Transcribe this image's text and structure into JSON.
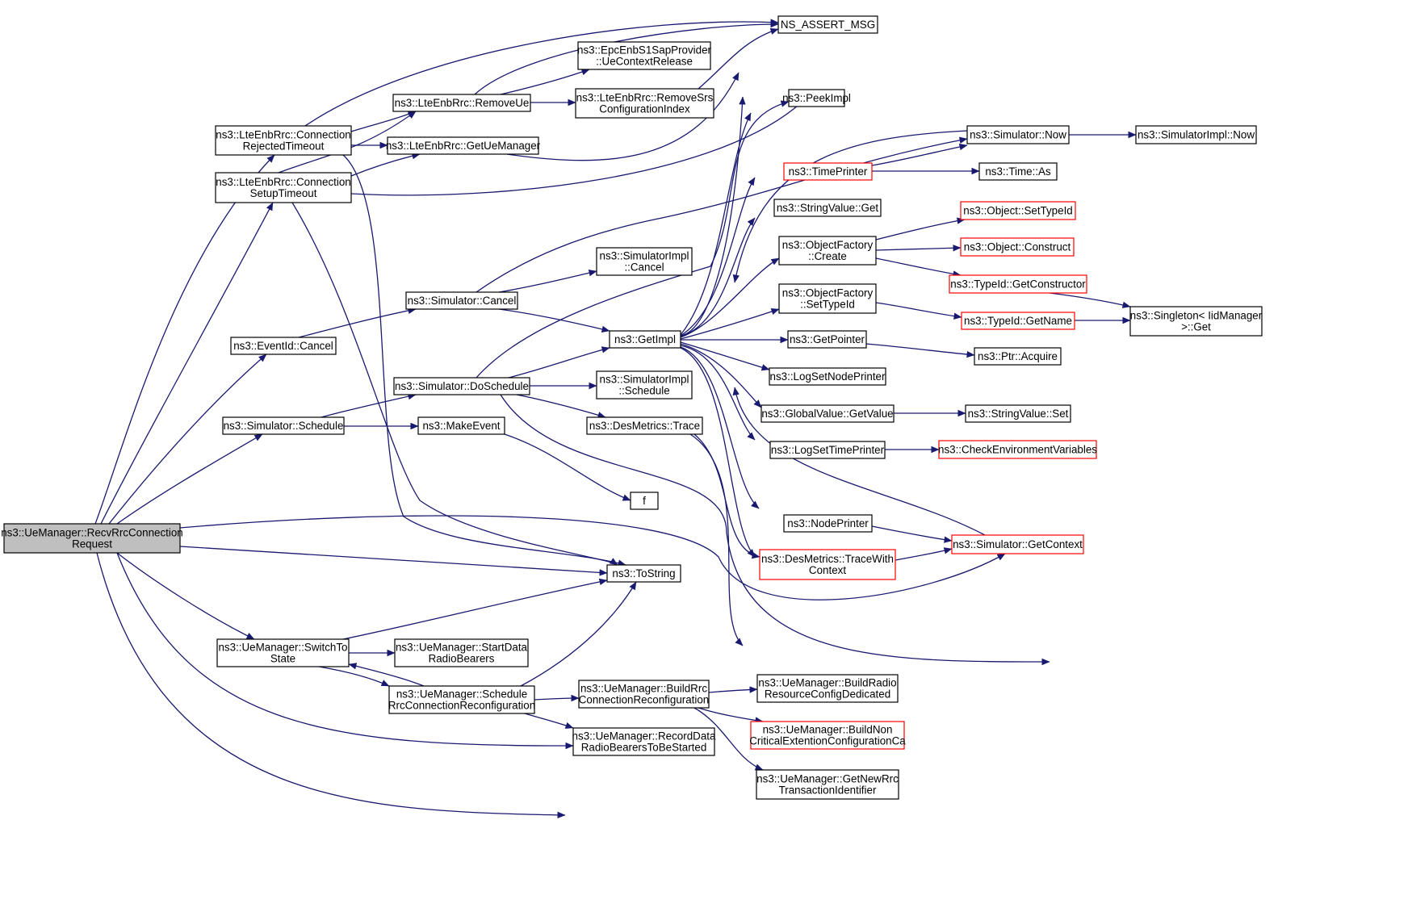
{
  "graph": {
    "title": "",
    "colors": {
      "edge": "#191970",
      "node_border": "#000000",
      "truncated_node_border": "#ff0000",
      "focus_node_fill": "#bfbfbf",
      "node_fill": "#ffffff"
    },
    "nodes": [
      {
        "id": "recv",
        "lines": [
          "ns3::UeManager::RecvRrcConnection",
          "Request"
        ],
        "focus": true
      },
      {
        "id": "rejTimeout",
        "lines": [
          "ns3::LteEnbRrc::Connection",
          "RejectedTimeout"
        ]
      },
      {
        "id": "setupTimeout",
        "lines": [
          "ns3::LteEnbRrc::Connection",
          "SetupTimeout"
        ]
      },
      {
        "id": "eventCancel",
        "lines": [
          "ns3::EventId::Cancel"
        ]
      },
      {
        "id": "simSchedule",
        "lines": [
          "ns3::Simulator::Schedule"
        ]
      },
      {
        "id": "switchTo",
        "lines": [
          "ns3::UeManager::SwitchTo",
          "State"
        ]
      },
      {
        "id": "removeUe",
        "lines": [
          "ns3::LteEnbRrc::RemoveUe"
        ]
      },
      {
        "id": "getUeMgr",
        "lines": [
          "ns3::LteEnbRrc::GetUeManager"
        ]
      },
      {
        "id": "simCancel",
        "lines": [
          "ns3::Simulator::Cancel"
        ]
      },
      {
        "id": "doSchedule",
        "lines": [
          "ns3::Simulator::DoSchedule"
        ]
      },
      {
        "id": "makeEvent",
        "lines": [
          "ns3::MakeEvent"
        ]
      },
      {
        "id": "startData",
        "lines": [
          "ns3::UeManager::StartData",
          "RadioBearers"
        ]
      },
      {
        "id": "schedRrc",
        "lines": [
          "ns3::UeManager::Schedule",
          "RrcConnectionReconfiguration"
        ]
      },
      {
        "id": "epcRelease",
        "lines": [
          "ns3::EpcEnbS1SapProvider",
          "::UeContextRelease"
        ]
      },
      {
        "id": "removeSrs",
        "lines": [
          "ns3::LteEnbRrc::RemoveSrs",
          "ConfigurationIndex"
        ]
      },
      {
        "id": "implCancel",
        "lines": [
          "ns3::SimulatorImpl",
          "::Cancel"
        ]
      },
      {
        "id": "getImpl",
        "lines": [
          "ns3::GetImpl"
        ]
      },
      {
        "id": "implSchedule",
        "lines": [
          "ns3::SimulatorImpl",
          "::Schedule"
        ]
      },
      {
        "id": "desTrace",
        "lines": [
          "ns3::DesMetrics::Trace"
        ]
      },
      {
        "id": "f",
        "lines": [
          "f"
        ]
      },
      {
        "id": "toString",
        "lines": [
          "ns3::ToString"
        ]
      },
      {
        "id": "buildRrcRecfg",
        "lines": [
          "ns3::UeManager::BuildRrc",
          "ConnectionReconfiguration"
        ]
      },
      {
        "id": "recordData",
        "lines": [
          "ns3::UeManager::RecordData",
          "RadioBearersToBeStarted"
        ]
      },
      {
        "id": "nsAssert",
        "lines": [
          "NS_ASSERT_MSG"
        ]
      },
      {
        "id": "peekImpl",
        "lines": [
          "ns3::PeekImpl"
        ]
      },
      {
        "id": "timePrinter",
        "lines": [
          "ns3::TimePrinter"
        ],
        "truncated": true
      },
      {
        "id": "strValGet",
        "lines": [
          "ns3::StringValue::Get"
        ]
      },
      {
        "id": "objFactCreate",
        "lines": [
          "ns3::ObjectFactory",
          "::Create"
        ]
      },
      {
        "id": "objFactSetType",
        "lines": [
          "ns3::ObjectFactory",
          "::SetTypeId"
        ]
      },
      {
        "id": "getPointer",
        "lines": [
          "ns3::GetPointer"
        ]
      },
      {
        "id": "logSetNode",
        "lines": [
          "ns3::LogSetNodePrinter"
        ]
      },
      {
        "id": "globalGetValue",
        "lines": [
          "ns3::GlobalValue::GetValue"
        ]
      },
      {
        "id": "logSetTime",
        "lines": [
          "ns3::LogSetTimePrinter"
        ]
      },
      {
        "id": "nodePrinter",
        "lines": [
          "ns3::NodePrinter"
        ]
      },
      {
        "id": "desTraceCtx",
        "lines": [
          "ns3::DesMetrics::TraceWith",
          "Context"
        ],
        "truncated": true
      },
      {
        "id": "buildRadioRes",
        "lines": [
          "ns3::UeManager::BuildRadio",
          "ResourceConfigDedicated"
        ]
      },
      {
        "id": "buildNonCrit",
        "lines": [
          "ns3::UeManager::BuildNon",
          "CriticalExtentionConfigurationCa"
        ],
        "truncated": true
      },
      {
        "id": "getNewRrc",
        "lines": [
          "ns3::UeManager::GetNewRrc",
          "TransactionIdentifier"
        ]
      },
      {
        "id": "simNow",
        "lines": [
          "ns3::Simulator::Now"
        ]
      },
      {
        "id": "timeAs",
        "lines": [
          "ns3::Time::As"
        ]
      },
      {
        "id": "objSetTypeId",
        "lines": [
          "ns3::Object::SetTypeId"
        ],
        "truncated": true
      },
      {
        "id": "objConstruct",
        "lines": [
          "ns3::Object::Construct"
        ],
        "truncated": true
      },
      {
        "id": "typeIdGetCtor",
        "lines": [
          "ns3::TypeId::GetConstructor"
        ],
        "truncated": true
      },
      {
        "id": "typeIdGetName",
        "lines": [
          "ns3::TypeId::GetName"
        ],
        "truncated": true
      },
      {
        "id": "ptrAcquire",
        "lines": [
          "ns3::Ptr::Acquire"
        ]
      },
      {
        "id": "strValSet",
        "lines": [
          "ns3::StringValue::Set"
        ]
      },
      {
        "id": "checkEnv",
        "lines": [
          "ns3::CheckEnvironmentVariables"
        ],
        "truncated": true
      },
      {
        "id": "simGetContext",
        "lines": [
          "ns3::Simulator::GetContext"
        ],
        "truncated": true
      },
      {
        "id": "implNow",
        "lines": [
          "ns3::SimulatorImpl::Now"
        ]
      },
      {
        "id": "singletonGet",
        "lines": [
          "ns3::Singleton< IidManager",
          ">::Get"
        ]
      }
    ],
    "edges": [
      {
        "from": "recv",
        "to": "rejTimeout"
      },
      {
        "from": "recv",
        "to": "setupTimeout"
      },
      {
        "from": "recv",
        "to": "eventCancel"
      },
      {
        "from": "recv",
        "to": "simSchedule"
      },
      {
        "from": "recv",
        "to": "switchTo"
      },
      {
        "from": "recv",
        "to": "toString"
      },
      {
        "from": "recv",
        "to": "simGetContext"
      },
      {
        "from": "recv",
        "to": "recordData"
      },
      {
        "from": "recv",
        "to": "getNewRrc"
      },
      {
        "from": "rejTimeout",
        "to": "nsAssert"
      },
      {
        "from": "rejTimeout",
        "to": "removeUe"
      },
      {
        "from": "rejTimeout",
        "to": "getUeMgr"
      },
      {
        "from": "rejTimeout",
        "to": "toString"
      },
      {
        "from": "setupTimeout",
        "to": "removeUe"
      },
      {
        "from": "setupTimeout",
        "to": "getUeMgr"
      },
      {
        "from": "setupTimeout",
        "to": "simNow"
      },
      {
        "from": "setupTimeout",
        "to": "toString"
      },
      {
        "from": "removeUe",
        "to": "nsAssert"
      },
      {
        "from": "removeUe",
        "to": "epcRelease"
      },
      {
        "from": "removeUe",
        "to": "removeSrs"
      },
      {
        "from": "removeSrs",
        "to": "nsAssert"
      },
      {
        "from": "getUeMgr",
        "to": "nsAssert"
      },
      {
        "from": "eventCancel",
        "to": "simCancel"
      },
      {
        "from": "simCancel",
        "to": "implCancel"
      },
      {
        "from": "simCancel",
        "to": "getImpl"
      },
      {
        "from": "simCancel",
        "to": "simNow"
      },
      {
        "from": "simSchedule",
        "to": "doSchedule"
      },
      {
        "from": "simSchedule",
        "to": "makeEvent"
      },
      {
        "from": "doSchedule",
        "to": "getImpl"
      },
      {
        "from": "doSchedule",
        "to": "implSchedule"
      },
      {
        "from": "doSchedule",
        "to": "desTrace"
      },
      {
        "from": "doSchedule",
        "to": "peekImpl"
      },
      {
        "from": "doSchedule",
        "to": "singletonGet"
      },
      {
        "from": "makeEvent",
        "to": "f"
      },
      {
        "from": "switchTo",
        "to": "startData"
      },
      {
        "from": "switchTo",
        "to": "schedRrc"
      },
      {
        "from": "switchTo",
        "to": "toString"
      },
      {
        "from": "schedRrc",
        "to": "switchTo"
      },
      {
        "from": "schedRrc",
        "to": "toString"
      },
      {
        "from": "schedRrc",
        "to": "buildRrcRecfg"
      },
      {
        "from": "schedRrc",
        "to": "recordData"
      },
      {
        "from": "buildRrcRecfg",
        "to": "buildRadioRes"
      },
      {
        "from": "buildRrcRecfg",
        "to": "buildNonCrit"
      },
      {
        "from": "buildRrcRecfg",
        "to": "getNewRrc"
      },
      {
        "from": "desTrace",
        "to": "desTraceCtx"
      },
      {
        "from": "desTrace",
        "to": "buildRadioRes"
      },
      {
        "from": "getImpl",
        "to": "nsAssert"
      },
      {
        "from": "getImpl",
        "to": "peekImpl"
      },
      {
        "from": "getImpl",
        "to": "timePrinter"
      },
      {
        "from": "getImpl",
        "to": "strValGet"
      },
      {
        "from": "getImpl",
        "to": "objFactCreate"
      },
      {
        "from": "getImpl",
        "to": "objFactSetType"
      },
      {
        "from": "getImpl",
        "to": "getPointer"
      },
      {
        "from": "getImpl",
        "to": "logSetNode"
      },
      {
        "from": "getImpl",
        "to": "globalGetValue"
      },
      {
        "from": "getImpl",
        "to": "logSetTime"
      },
      {
        "from": "getImpl",
        "to": "nodePrinter"
      },
      {
        "from": "getImpl",
        "to": "desTraceCtx"
      },
      {
        "from": "simNow",
        "to": "getImpl"
      },
      {
        "from": "simNow",
        "to": "implNow"
      },
      {
        "from": "simGetContext",
        "to": "getImpl"
      },
      {
        "from": "timePrinter",
        "to": "simNow"
      },
      {
        "from": "timePrinter",
        "to": "timeAs"
      },
      {
        "from": "objFactCreate",
        "to": "objSetTypeId"
      },
      {
        "from": "objFactCreate",
        "to": "objConstruct"
      },
      {
        "from": "objFactCreate",
        "to": "typeIdGetCtor"
      },
      {
        "from": "objFactSetType",
        "to": "typeIdGetName"
      },
      {
        "from": "typeIdGetCtor",
        "to": "singletonGet"
      },
      {
        "from": "typeIdGetName",
        "to": "singletonGet"
      },
      {
        "from": "getPointer",
        "to": "ptrAcquire"
      },
      {
        "from": "globalGetValue",
        "to": "strValSet"
      },
      {
        "from": "logSetTime",
        "to": "checkEnv"
      },
      {
        "from": "nodePrinter",
        "to": "simGetContext"
      },
      {
        "from": "desTraceCtx",
        "to": "simGetContext"
      }
    ]
  }
}
